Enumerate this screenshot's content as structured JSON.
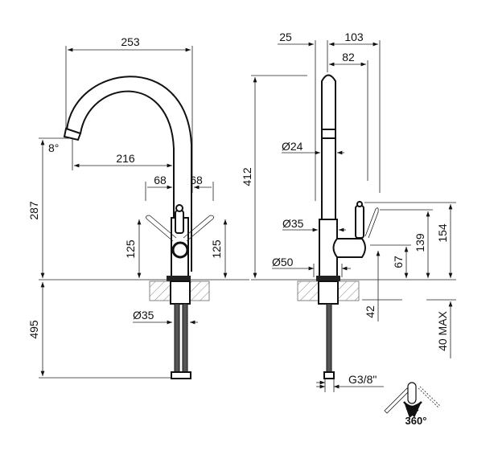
{
  "front_view": {
    "dims": {
      "width_total": "253",
      "spout_angle": "8°",
      "spout_reach": "216",
      "lever_left": "68",
      "lever_right": "68",
      "height": "287",
      "lever_height_left": "125",
      "lever_height_right": "125",
      "below_counter": "495",
      "hose_diameter": "Ø35"
    }
  },
  "side_view": {
    "dims": {
      "offset": "25",
      "depth_total": "103",
      "depth_handle": "82",
      "height": "412",
      "tube_diameter": "Ø24",
      "body_diameter": "Ø35",
      "base_diameter": "Ø50",
      "handle_height": "139",
      "handle_top": "154",
      "hub_height": "67",
      "hole": "42",
      "counter_max": "40 MAX",
      "thread": "G3/8\""
    }
  },
  "rotation": {
    "label": "360°"
  },
  "colors": {
    "line": "#111111",
    "background": "#ffffff"
  }
}
